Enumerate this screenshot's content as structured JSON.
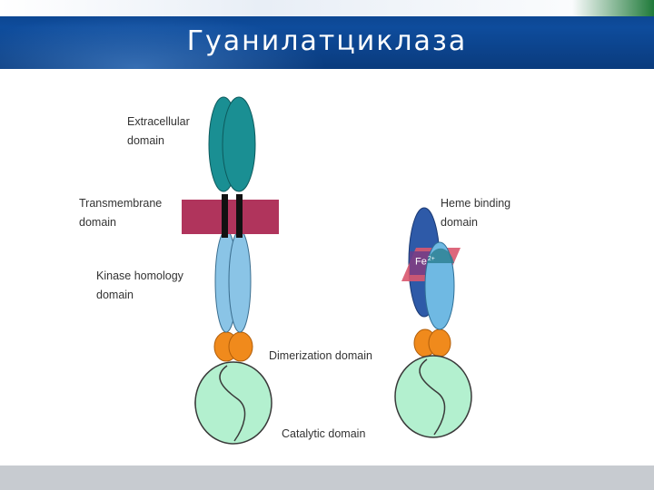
{
  "slide": {
    "title": "Гуанилатциклаза"
  },
  "labels": {
    "extracellular": [
      "Extracellular",
      "domain"
    ],
    "transmembrane": [
      "Transmembrane",
      "domain"
    ],
    "kinase_homology": [
      "Kinase homology",
      "domain"
    ],
    "dimerization": "Dimerization domain",
    "catalytic": "Catalytic domain",
    "heme_binding": [
      "Heme binding",
      "domain"
    ],
    "iron": "Fe",
    "iron_charge": "2+"
  },
  "colors": {
    "extracellular": "#1a8f93",
    "membrane": "#b0345c",
    "kinase": "#8ac4e6",
    "dimerization": "#f08a1c",
    "catalytic": "#b3f0cf",
    "heme_dark": "#2e5aa8",
    "heme_light": "#6fb9e3",
    "heme_plate": "#d9566e"
  }
}
